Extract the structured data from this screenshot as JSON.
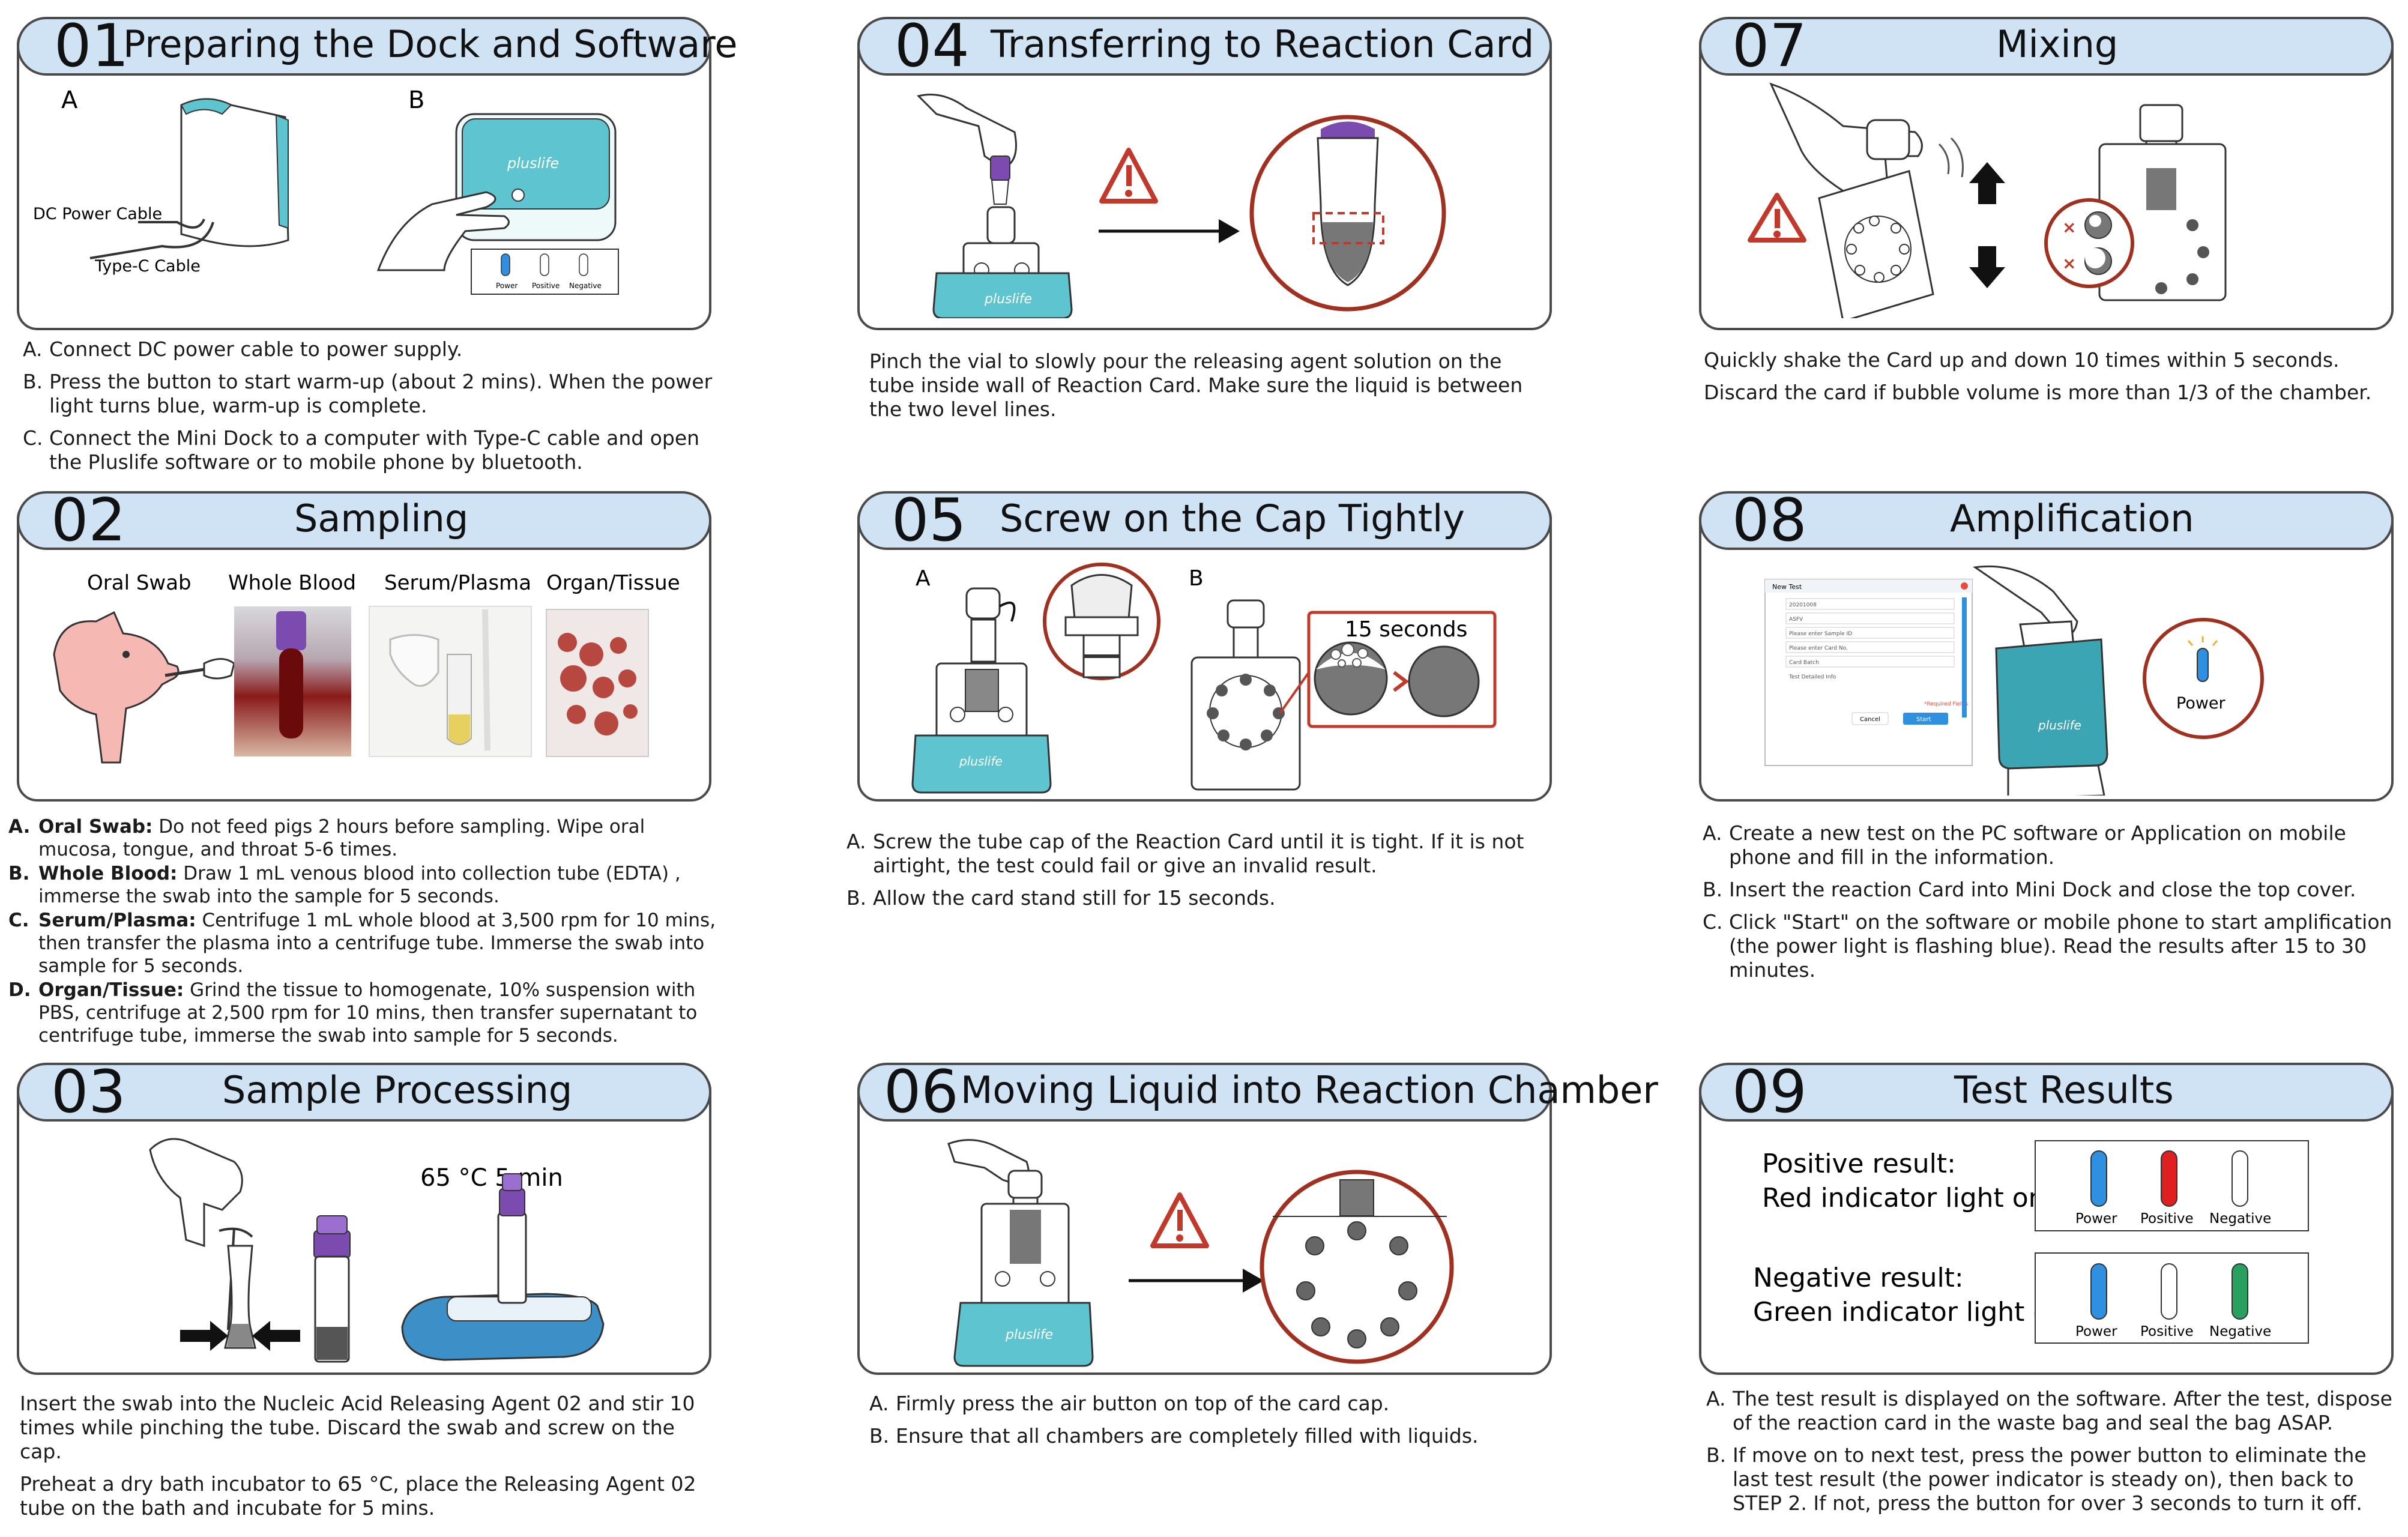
{
  "steps": [
    {
      "num": "01",
      "title": "Preparing the Dock and Software",
      "labels": {
        "a": "A",
        "b": "B",
        "dc": "DC Power Cable",
        "typec": "Type-C Cable",
        "power": "Power",
        "positive": "Positive",
        "negative": "Negative",
        "brand": "pluslife"
      },
      "items": [
        {
          "label": "A.",
          "text": "Connect DC power cable to power supply."
        },
        {
          "label": "B.",
          "text": "Press the button to start warm-up (about 2 mins).  When the power light turns blue, warm-up is complete."
        },
        {
          "label": "C.",
          "text": "Connect the Mini Dock to a computer with Type-C cable and open the Pluslife software or to mobile phone by bluetooth."
        }
      ]
    },
    {
      "num": "02",
      "title": "Sampling",
      "labels": {
        "oral": "Oral Swab",
        "blood": "Whole Blood",
        "serum": "Serum/Plasma",
        "organ": "Organ/Tissue"
      },
      "items": [
        {
          "label": "A.",
          "bold": "Oral Swab:",
          "text": " Do not feed pigs 2 hours before sampling. Wipe oral mucosa, tongue, and throat 5-6 times."
        },
        {
          "label": "B.",
          "bold": "Whole Blood:",
          "text": " Draw 1 mL  venous blood into collection tube (EDTA) , immerse the swab into the sample for 5 seconds."
        },
        {
          "label": "C.",
          "bold": "Serum/Plasma:",
          "text": " Centrifuge 1 mL whole blood at 3,500 rpm for 10 mins, then transfer the plasma into a centrifuge tube. Immerse the swab into sample for 5 seconds."
        },
        {
          "label": "D.",
          "bold": "Organ/Tissue:",
          "text": " Grind the tissue to homogenate, 10% suspension with PBS, centrifuge at 2,500 rpm for 10 mins, then transfer supernatant to centrifuge tube, immerse the swab into sample for 5 seconds."
        }
      ]
    },
    {
      "num": "03",
      "title": "Sample Processing",
      "labels": {
        "temp": "65 °C 5 min"
      },
      "paras": [
        "Insert the swab into the Nucleic Acid Releasing Agent 02 and stir 10 times while pinching the tube. Discard the swab and screw on the cap.",
        "Preheat a dry bath incubator to 65 °C, place the Releasing Agent 02 tube on the bath and incubate for 5 mins."
      ]
    },
    {
      "num": "04",
      "title": "Transferring to Reaction Card",
      "labels": {
        "brand": "pluslife"
      },
      "paras": [
        "Pinch the vial to slowly pour the releasing agent solution on the tube inside wall of Reaction Card.  Make sure the liquid is between the two level lines."
      ]
    },
    {
      "num": "05",
      "title": "Screw on the Cap Tightly",
      "labels": {
        "a": "A",
        "b": "B",
        "seconds": "15 seconds",
        "brand": "pluslife"
      },
      "items": [
        {
          "label": "A.",
          "text": "Screw the tube cap of the Reaction Card until it is tight. If it is not airtight, the test could fail or give an invalid result."
        },
        {
          "label": "B.",
          "text": "Allow the card stand still for 15 seconds."
        }
      ]
    },
    {
      "num": "06",
      "title": "Moving Liquid into Reaction Chamber",
      "labels": {
        "brand": "pluslife"
      },
      "items": [
        {
          "label": "A.",
          "text": "Firmly press the air button on top of the card cap."
        },
        {
          "label": "B.",
          "text": "Ensure that all chambers are completely filled  with liquids."
        }
      ]
    },
    {
      "num": "07",
      "title": "Mixing",
      "paras": [
        "Quickly shake the Card up and down 10 times within 5 seconds.",
        "Discard the card if bubble volume is more than 1/3 of the chamber."
      ]
    },
    {
      "num": "08",
      "title": "Amplification",
      "labels": {
        "power": "Power",
        "brand": "pluslife",
        "form_title": "New Test",
        "form_rows": [
          "20201008",
          "ASFV",
          "Please enter Sample ID",
          "Please enter Card No.",
          "Card Batch",
          "Test Detailed Info"
        ],
        "cancel": "Cancel",
        "start": "Start",
        "required": "*Required Fields"
      },
      "items": [
        {
          "label": "A.",
          "text": "Create a new test on the PC software or Application on mobile phone and fill in the information."
        },
        {
          "label": "B.",
          "text": "Insert the reaction Card into Mini Dock and close the top cover."
        },
        {
          "label": "C.",
          "text": "Click \"Start\" on the software or mobile phone to start amplification (the power light is flashing blue). Read the results after 15 to 30 minutes."
        }
      ]
    },
    {
      "num": "09",
      "title": "Test Results",
      "labels": {
        "pos_line1": "Positive result:",
        "pos_line2": "Red indicator light on",
        "neg_line1": "Negative result:",
        "neg_line2": "Green indicator light on",
        "power": "Power",
        "positive": "Positive",
        "negative": "Negative"
      },
      "items": [
        {
          "label": "A.",
          "text": "The test result is displayed on the software. After the test, dispose of the reaction card in the waste bag and seal the bag ASAP."
        },
        {
          "label": "B.",
          "text": "If move on to next test, press the power button to eliminate the last test result (the power indicator is steady on), then back to STEP 2. If not, press the button for over 3 seconds to turn it off."
        }
      ]
    }
  ],
  "colors": {
    "header_fill": "#cfe3f5",
    "dock_teal": "#5ec4cf",
    "warning_red": "#c0392b",
    "indicator_blue": "#2f8fe0",
    "indicator_red": "#e02020",
    "indicator_green": "#2aa060",
    "cap_purple": "#7b4bb0"
  }
}
